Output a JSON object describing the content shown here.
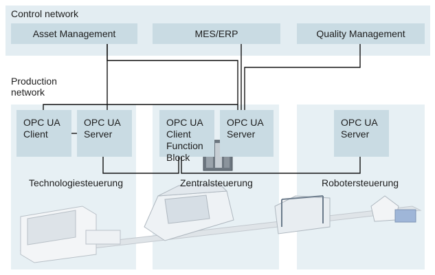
{
  "control": {
    "title": "Control network",
    "boxes": [
      "Asset Management",
      "MES/ERP",
      "Quality Management"
    ]
  },
  "production": {
    "title_line1": "Production",
    "title_line2": "network"
  },
  "nodes": {
    "client1": [
      "OPC UA",
      "Client"
    ],
    "server1": [
      "OPC UA",
      "Server"
    ],
    "client2": [
      "OPC UA",
      "Client",
      "Function",
      "Block"
    ],
    "server2": [
      "OPC UA",
      "Server"
    ],
    "server3": [
      "OPC UA",
      "Server"
    ]
  },
  "sections": {
    "tech": "Technologiesteuerung",
    "central": "Zentralsteuerung",
    "robot": "Robotersteuerung"
  }
}
